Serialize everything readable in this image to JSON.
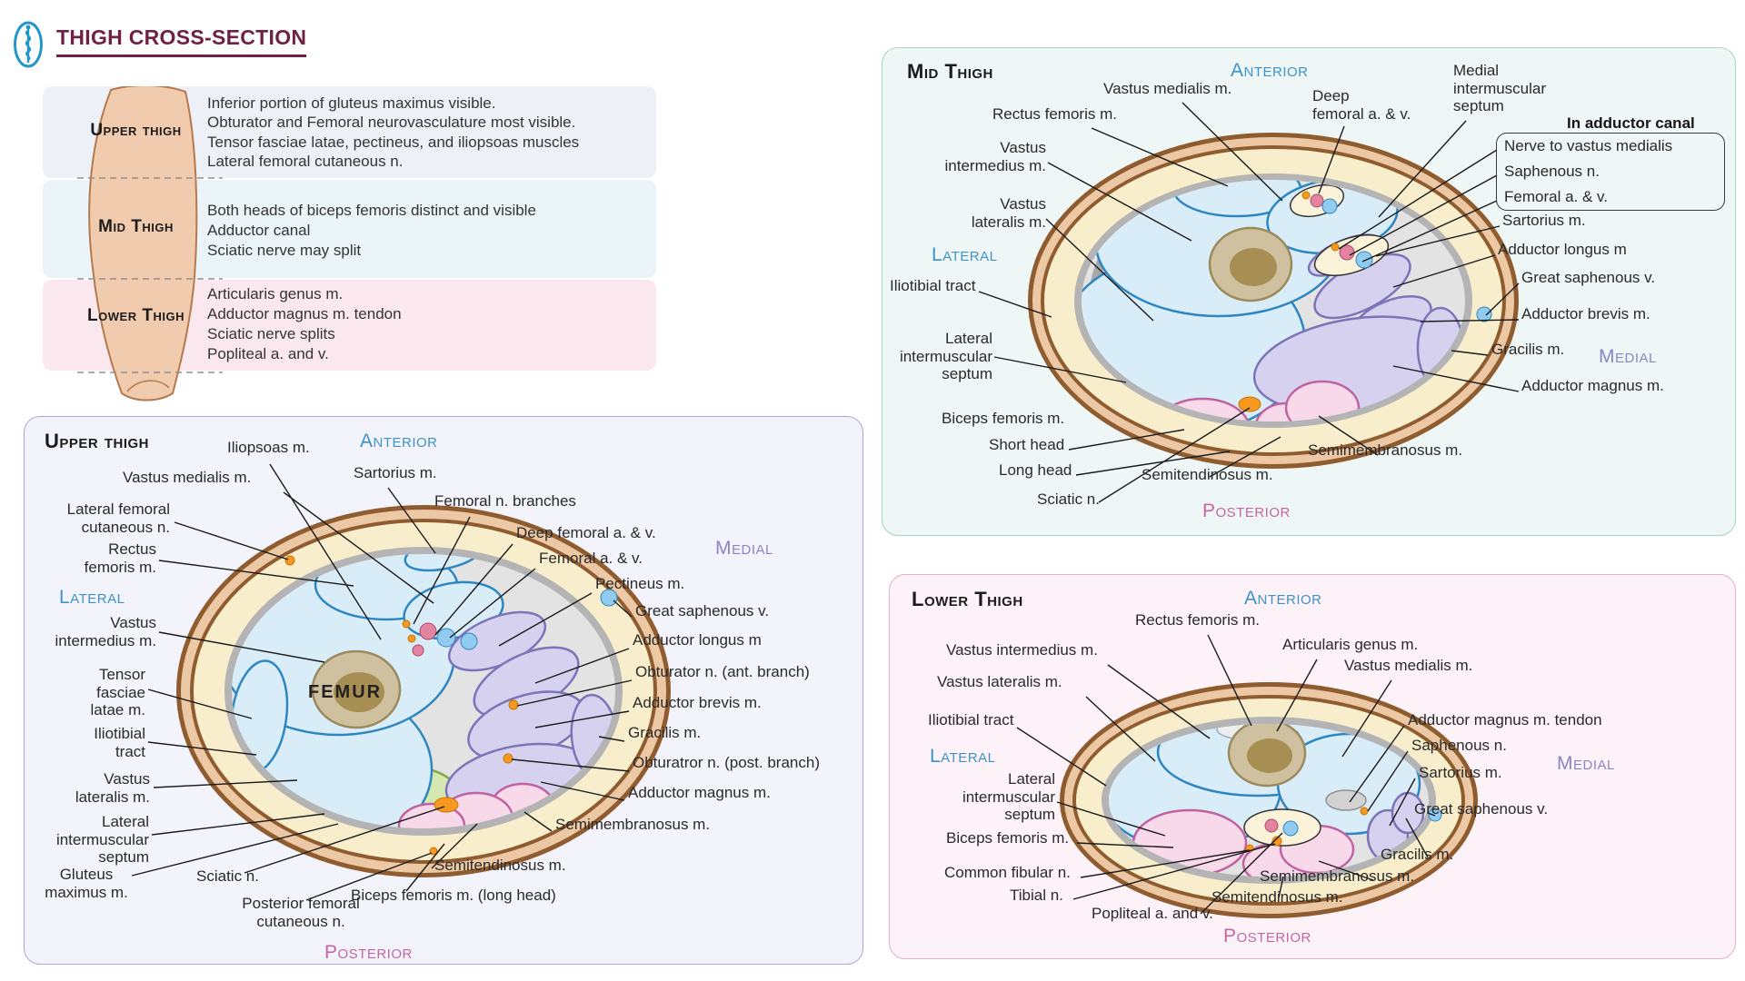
{
  "header": {
    "title": "THIGH CROSS-SECTION",
    "logo_icon": "rod-of-asclepius"
  },
  "summary_table": {
    "rows": [
      {
        "label": "Upper thigh",
        "lines": [
          "Inferior portion of gluteus maximus visible.",
          "Obturator and Femoral neurovasculature most visible.",
          "Tensor fasciae latae, pectineus, and iliopsoas muscles",
          "Lateral femoral cutaneous n."
        ]
      },
      {
        "label": "Mid Thigh",
        "lines": [
          "Both heads of biceps femoris distinct and visible",
          "Adductor canal",
          "Sciatic nerve may split"
        ]
      },
      {
        "label": "Lower Thigh",
        "lines": [
          "Articularis genus m.",
          "Adductor magnus m. tendon",
          "Sciatic nerve splits",
          "Popliteal a. and v."
        ]
      }
    ]
  },
  "panels": {
    "upper": {
      "title": "Upper thigh",
      "bone_label": "FEMUR",
      "directions": {
        "anterior": "Anterior",
        "lateral": "Lateral",
        "medial": "Medial",
        "posterior": "Posterior"
      },
      "labels": {
        "iliopsoas": "Iliopsoas m.",
        "vastus_medialis": "Vastus medialis m.",
        "sartorius": "Sartorius m.",
        "femoral_n_branches": "Femoral n. branches",
        "deep_femoral_av": "Deep femoral a. & v.",
        "femoral_av": "Femoral a. & v.",
        "pectineus": "Pectineus m.",
        "great_saphenous_v": "Great saphenous v.",
        "adductor_longus": "Adductor longus m",
        "obturator_ant": "Obturator n. (ant. branch)",
        "adductor_brevis": "Adductor brevis m.",
        "gracilis": "Gracilis m.",
        "obturator_post": "Obturatror n. (post. branch)",
        "adductor_magnus": "Adductor magnus m.",
        "semimembranosus": "Semimembranosus m.",
        "semitendinosus": "Semitendinosus m.",
        "biceps_femoris_long": "Biceps femoris m. (long head)",
        "posterior_femoral_cutaneous": "Posterior femoral\ncutaneous n.",
        "sciatic": "Sciatic n.",
        "gluteus_maximus": "Gluteus\nmaximus m.",
        "lateral_intermuscular_septum": "Lateral\nintermuscular\nseptum",
        "vastus_lateralis": "Vastus\nlateralis m.",
        "iliotibial_tract": "Iliotibial\ntract",
        "tensor_fasciae_latae": "Tensor\nfasciae\nlatae m.",
        "vastus_intermedius": "Vastus\nintermedius m.",
        "rectus_femoris": "Rectus\nfemoris m.",
        "lateral_femoral_cutaneous": "Lateral femoral\ncutaneous n."
      }
    },
    "mid": {
      "title": "Mid Thigh",
      "directions": {
        "anterior": "Anterior",
        "lateral": "Lateral",
        "medial": "Medial",
        "posterior": "Posterior"
      },
      "adductor_canal": {
        "title": "In adductor canal",
        "items": [
          "Nerve to vastus medialis",
          "Saphenous n.",
          "Femoral a. & v."
        ]
      },
      "labels": {
        "vastus_medialis": "Vastus medialis m.",
        "rectus_femoris": "Rectus femoris m.",
        "vastus_intermedius": "Vastus\nintermedius m.",
        "vastus_lateralis": "Vastus\nlateralis m.",
        "iliotibial_tract": "Iliotibial tract",
        "lateral_intermuscular_septum": "Lateral\nintermuscular\nseptum",
        "biceps_femoris": "Biceps femoris m.",
        "short_head": "Short head",
        "long_head": "Long head",
        "sciatic": "Sciatic n.",
        "semitendinosus": "Semitendinosus m.",
        "semimembranosus": "Semimembranosus m.",
        "adductor_magnus": "Adductor magnus m.",
        "gracilis": "Gracilis m.",
        "adductor_brevis": "Adductor brevis m.",
        "great_saphenous_v": "Great saphenous v.",
        "adductor_longus": "Adductor longus m",
        "sartorius": "Sartorius m.",
        "deep_femoral_av": "Deep\nfemoral a. & v.",
        "medial_intermuscular_septum": "Medial\nintermuscular\nseptum"
      }
    },
    "lower": {
      "title": "Lower Thigh",
      "directions": {
        "anterior": "Anterior",
        "lateral": "Lateral",
        "medial": "Medial",
        "posterior": "Posterior"
      },
      "labels": {
        "rectus_femoris": "Rectus femoris m.",
        "articularis_genus": "Articularis genus m.",
        "vastus_medialis": "Vastus medialis m.",
        "vastus_intermedius": "Vastus intermedius m.",
        "vastus_lateralis": "Vastus lateralis m.",
        "iliotibial_tract": "Iliotibial tract",
        "lateral_intermuscular_septum": "Lateral\nintermuscular\nseptum",
        "biceps_femoris": "Biceps femoris m.",
        "common_fibular": "Common fibular n.",
        "tibial": "Tibial n.",
        "popliteal_av": "Popliteal a. and v.",
        "semitendinosus": "Semitendinosus m.",
        "semimembranosus": "Semimembranosus m.",
        "gracilis": "Gracilis m.",
        "great_saphenous_v": "Great saphenous v.",
        "sartorius": "Sartorius m.",
        "saphenous": "Saphenous n.",
        "adductor_magnus_tendon": "Adductor magnus m. tendon"
      }
    }
  },
  "colors": {
    "title_maroon": "#6e2145",
    "logo_blue": "#2196c9",
    "anterior_lateral_blue": "#3e92c8",
    "medial_purple": "#8a86c4",
    "posterior_pink": "#c566a2",
    "row_upper_bg": "#eef0f8",
    "row_mid_bg": "#eaf4f9",
    "row_lower_bg": "#fbe8ee",
    "panel_upper_bg": "#f3f3fb",
    "panel_upper_border": "#aaa7dc",
    "panel_mid_bg": "#eef7f5",
    "panel_mid_border": "#a3d4bd",
    "panel_lower_bg": "#fdf2f8",
    "panel_lower_border": "#e4aecb",
    "skin": "#ecc8a5",
    "skin_outline": "#8f5c30",
    "fat": "#f8eecb",
    "fascia": "#b4b4b4",
    "quadriceps_fill": "#d9edf8",
    "quadriceps_stroke": "#2e86c1",
    "adductors_fill": "#d5d1ef",
    "adductors_stroke": "#7b74b8",
    "hamstrings_fill": "#f8d9e9",
    "hamstrings_stroke": "#bf62a2",
    "gluteus_fill": "#d4e8b0",
    "gluteus_stroke": "#7fa844",
    "femur_fill": "#cfc1a0",
    "femur_marrow": "#a78e52",
    "nerve_orange": "#f6991e",
    "artery_pink": "#e2849f",
    "vein_blue": "#92cbf0"
  }
}
